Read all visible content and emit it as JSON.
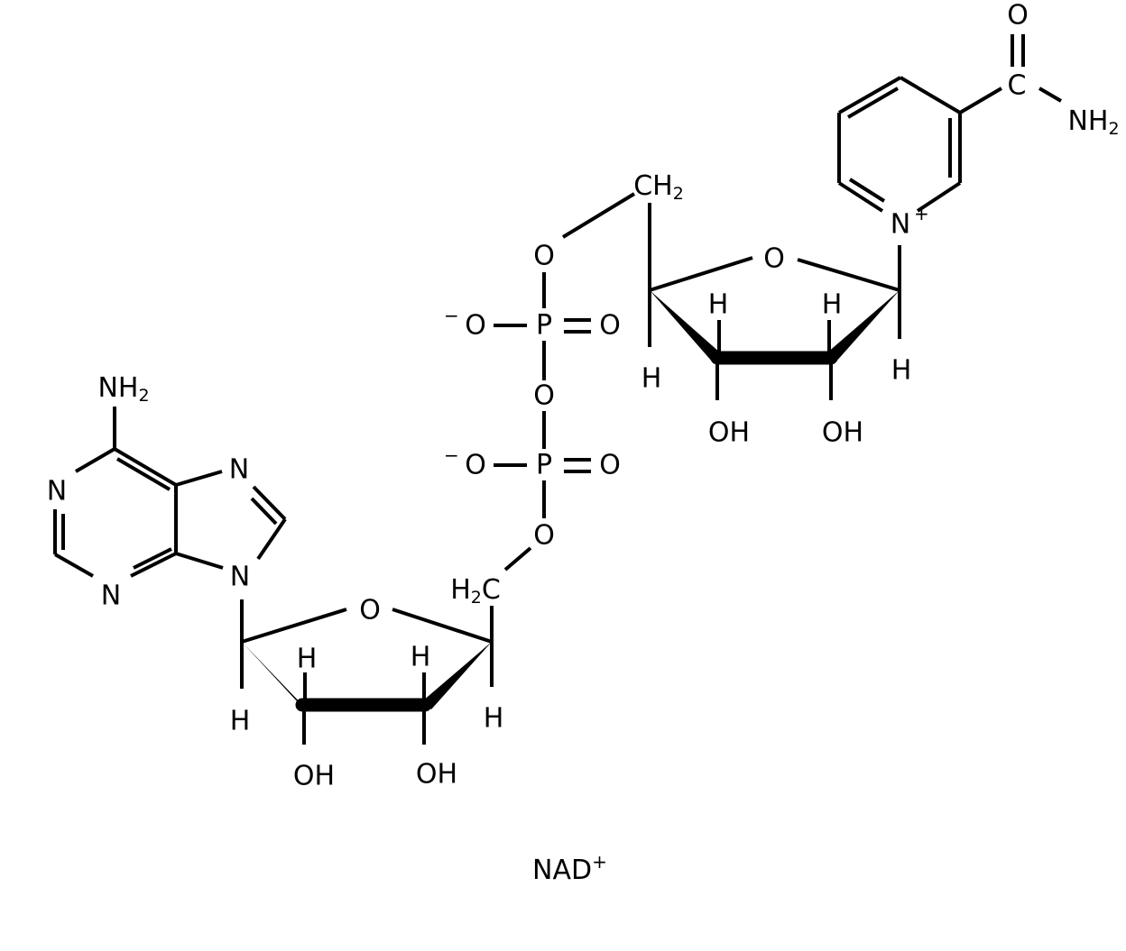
{
  "molecule_name": "NAD",
  "molecule_charge": "+",
  "atoms": {
    "adenine_amine_n": "NH",
    "adenine_amine_sub": "2",
    "adenine_n1": "N",
    "adenine_n3": "N",
    "adenine_n7": "N",
    "adenine_n9": "N",
    "adenosine_ring_o": "O",
    "adenosine_c2_h_up": "H",
    "adenosine_c3_h_up": "H",
    "adenosine_c1_h_down": "H",
    "adenosine_c4_h_down": "H",
    "adenosine_c2_oh": "OH",
    "adenosine_c3_oh": "OH",
    "adenosine_ch2_h": "H",
    "adenosine_ch2_sub": "2",
    "adenosine_ch2_c": "C",
    "bridge_o_lower": "O",
    "phosphate1_p": "P",
    "phosphate1_o_minus": "O",
    "phosphate1_minus": "−",
    "phosphate1_o_double": "O",
    "bridge_o_middle": "O",
    "phosphate2_p": "P",
    "phosphate2_o_minus": "O",
    "phosphate2_minus": "−",
    "phosphate2_o_double": "O",
    "bridge_o_upper": "O",
    "nicotinamide_ch2_c": "CH",
    "nicotinamide_ch2_sub": "2",
    "nicotinamide_ring_o": "O",
    "nicotinamide_c4_h_down": "H",
    "nicotinamide_c3_h_up": "H",
    "nicotinamide_c2_h_up": "H",
    "nicotinamide_c1_h_down": "H",
    "nicotinamide_c3_oh": "OH",
    "nicotinamide_c2_oh": "OH",
    "pyridinium_n": "N",
    "pyridinium_charge": "+",
    "carboxamide_c": "C",
    "carboxamide_o": "O",
    "carboxamide_nh": "NH",
    "carboxamide_nh_sub": "2"
  }
}
